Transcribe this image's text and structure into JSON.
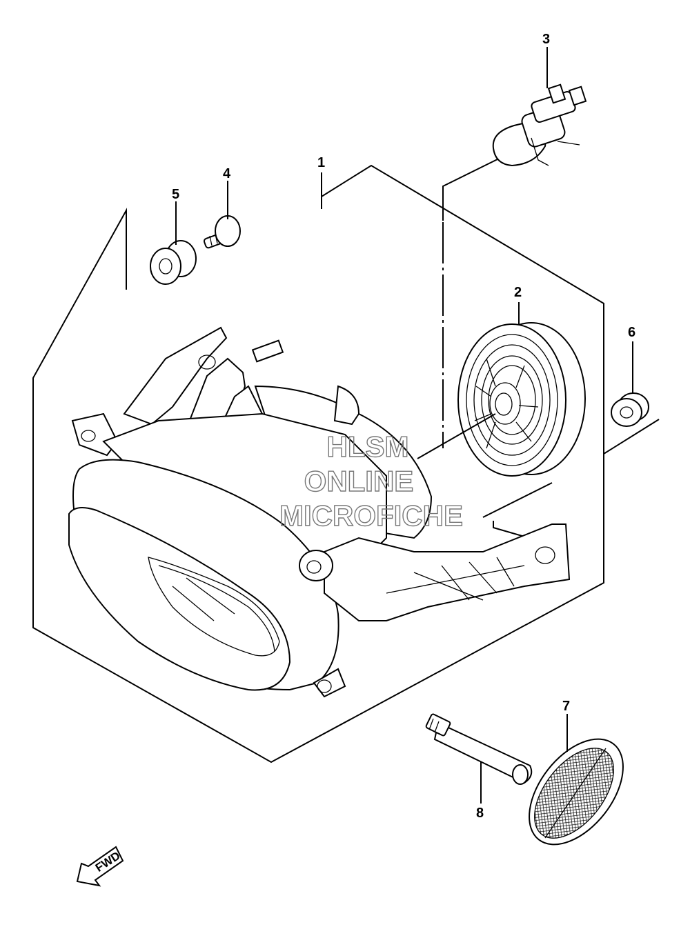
{
  "callouts": [
    "1",
    "2",
    "3",
    "4",
    "5",
    "6",
    "7",
    "8"
  ],
  "watermark": {
    "line1": "HLSM",
    "line2": "ONLINE",
    "line3": "MICROFICHE",
    "color": "#777777"
  },
  "direction_arrow": {
    "label": "FWD"
  },
  "icons": [
    "fwd-arrow-icon"
  ]
}
